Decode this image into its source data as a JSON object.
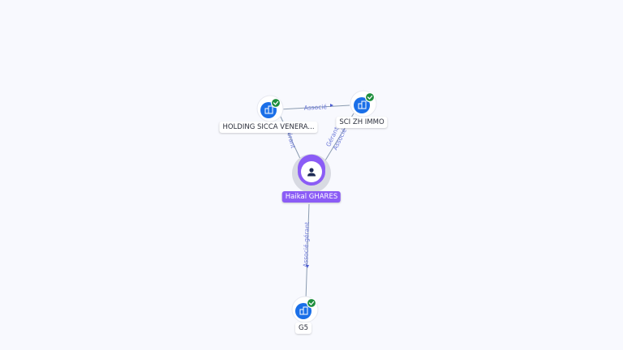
{
  "nodes": {
    "holding": {
      "label": "HOLDING SICCA VENERA...",
      "icon": "building-icon",
      "status": "check-icon"
    },
    "sci": {
      "label": "SCI ZH IMMO",
      "icon": "building-icon",
      "status": "check-icon"
    },
    "person": {
      "label": "Haikal GHARES",
      "icon": "person-icon"
    },
    "g5": {
      "label": "G5",
      "icon": "building-icon",
      "status": "check-icon"
    }
  },
  "edges": {
    "holding_sci": "Associé",
    "holding_person": "Gérant",
    "sci_person_1": "Gérant",
    "sci_person_2": "Associé",
    "person_g5": "Associé-gérant"
  },
  "colors": {
    "company": "#1a6fe8",
    "person": "#8b5cf6",
    "verified": "#1e8e3e",
    "edge_text": "#6b78d8"
  }
}
